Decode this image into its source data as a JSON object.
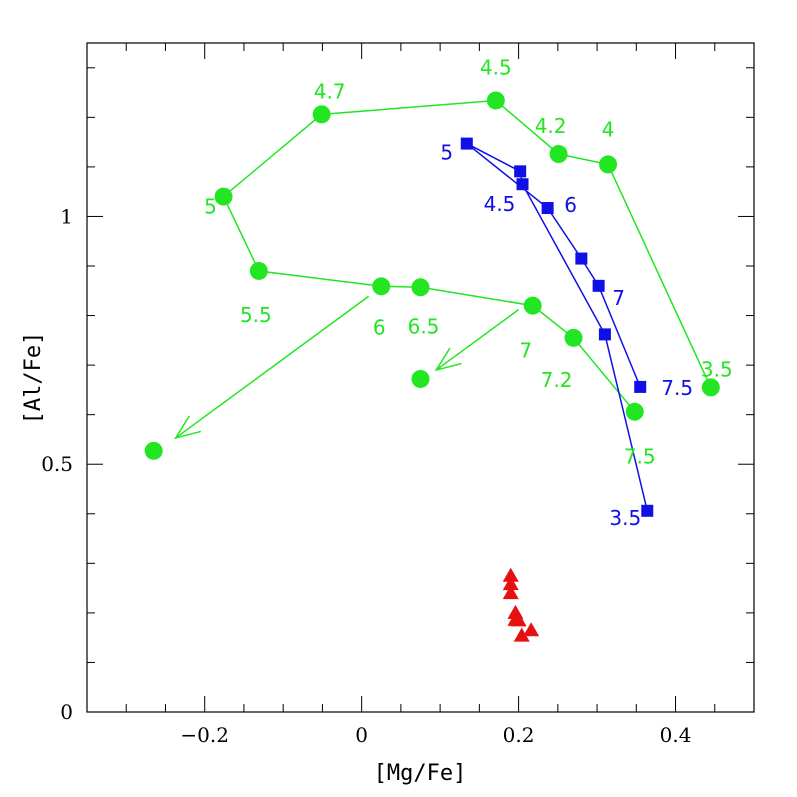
{
  "chart_data": {
    "type": "scatter",
    "xlabel": "[Mg/Fe]",
    "ylabel": "[Al/Fe]",
    "xlim": [
      -0.35,
      0.5
    ],
    "ylim": [
      0,
      1.35
    ],
    "x_ticks": [
      {
        "value": -0.2,
        "label": "−0.2"
      },
      {
        "value": 0,
        "label": "0"
      },
      {
        "value": 0.2,
        "label": "0.2"
      },
      {
        "value": 0.4,
        "label": "0.4"
      }
    ],
    "y_ticks": [
      {
        "value": 0,
        "label": "0"
      },
      {
        "value": 0.5,
        "label": "0.5"
      },
      {
        "value": 1,
        "label": "1"
      }
    ],
    "x_minor_step": 0.05,
    "y_minor_step": 0.1,
    "grid": false,
    "colors": {
      "green": "#22e622",
      "blue": "#1010e6",
      "red": "#e61010"
    },
    "series": [
      {
        "marker": "circle",
        "color": "green",
        "connected": true,
        "points": [
          {
            "x": 0.445,
            "y": 0.655,
            "label": "3.5"
          },
          {
            "x": 0.314,
            "y": 1.105,
            "label": "4"
          },
          {
            "x": 0.251,
            "y": 1.126,
            "label": "4.2"
          },
          {
            "x": 0.171,
            "y": 1.234,
            "label": "4.5"
          },
          {
            "x": -0.051,
            "y": 1.206,
            "label": "4.7"
          },
          {
            "x": -0.176,
            "y": 1.04,
            "label": "5"
          },
          {
            "x": -0.131,
            "y": 0.89,
            "label": "5.5"
          },
          {
            "x": 0.025,
            "y": 0.859,
            "label": "6"
          },
          {
            "x": 0.075,
            "y": 0.857,
            "label": "6.5"
          },
          {
            "x": 0.218,
            "y": 0.82,
            "label": "7"
          },
          {
            "x": 0.27,
            "y": 0.755,
            "label": "7.2"
          },
          {
            "x": 0.348,
            "y": 0.606,
            "label": "7.5"
          }
        ]
      },
      {
        "marker": "circle",
        "color": "green",
        "connected": false,
        "points": [
          {
            "x": -0.265,
            "y": 0.527
          },
          {
            "x": 0.075,
            "y": 0.672
          }
        ]
      },
      {
        "marker": "square",
        "color": "blue",
        "connected": true,
        "points": [
          {
            "x": 0.364,
            "y": 0.406,
            "label": "3.5"
          },
          {
            "x": 0.31,
            "y": 0.762
          },
          {
            "x": 0.205,
            "y": 1.065,
            "label": "4.5"
          },
          {
            "x": 0.202,
            "y": 1.091
          },
          {
            "x": 0.134,
            "y": 1.147,
            "label": "5"
          },
          {
            "x": 0.237,
            "y": 1.017,
            "label": "6"
          },
          {
            "x": 0.28,
            "y": 0.915
          },
          {
            "x": 0.302,
            "y": 0.86,
            "label": "7"
          },
          {
            "x": 0.355,
            "y": 0.656,
            "label": "7.5"
          }
        ]
      },
      {
        "marker": "triangle",
        "color": "red",
        "connected": false,
        "points": [
          {
            "x": 0.19,
            "y": 0.275
          },
          {
            "x": 0.19,
            "y": 0.258
          },
          {
            "x": 0.19,
            "y": 0.24
          },
          {
            "x": 0.196,
            "y": 0.2
          },
          {
            "x": 0.196,
            "y": 0.186
          },
          {
            "x": 0.2,
            "y": 0.185
          },
          {
            "x": 0.216,
            "y": 0.165
          },
          {
            "x": 0.204,
            "y": 0.154
          }
        ]
      }
    ],
    "arrows": [
      {
        "color": "green",
        "from": {
          "x": 0.009,
          "y": 0.839
        },
        "to": {
          "x": -0.237,
          "y": 0.553
        }
      },
      {
        "color": "green",
        "from": {
          "x": 0.2,
          "y": 0.812
        },
        "to": {
          "x": 0.095,
          "y": 0.69
        }
      }
    ]
  }
}
